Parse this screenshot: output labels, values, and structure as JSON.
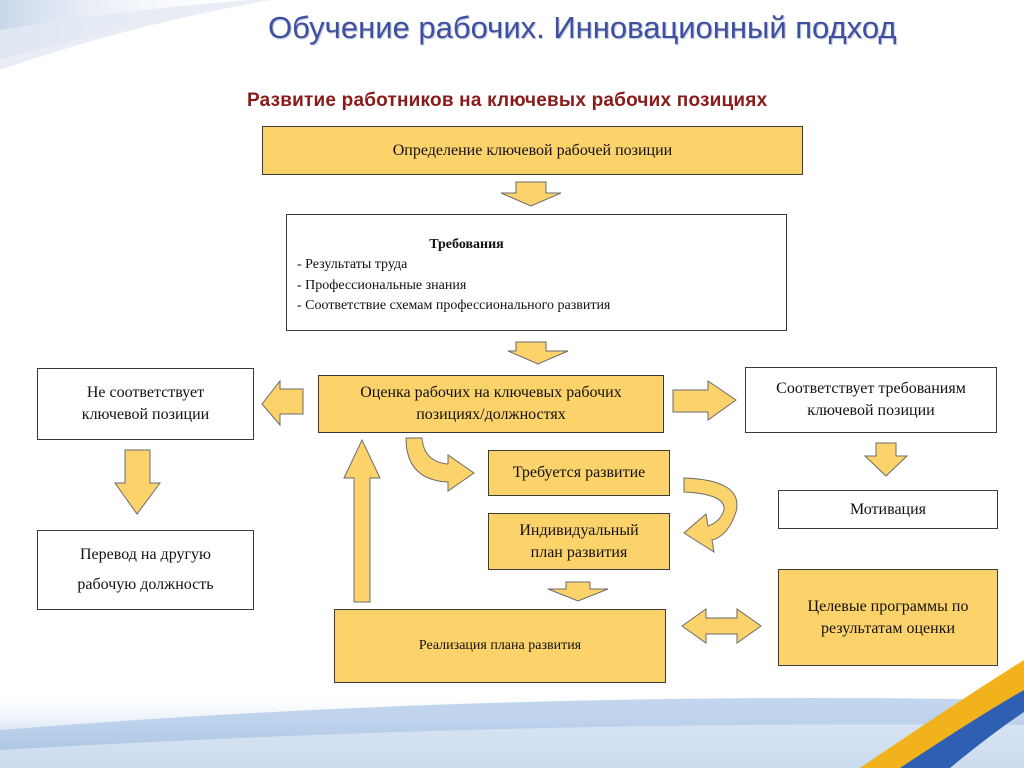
{
  "slide": {
    "title": "Обучение рабочих. Инновационный подход",
    "subtitle": "Развитие работников на ключевых рабочих позициях"
  },
  "boxes": {
    "define": "Определение ключевой рабочей позиции",
    "requirements": {
      "title": "Требования",
      "items": [
        "- Результаты труда",
        "- Профессиональные знания",
        "- Соответствие схемам профессионального развития"
      ]
    },
    "assess": "Оценка рабочих на ключевых рабочих позициях/должностях",
    "not_match": "Не соответствует ключевой позиции",
    "match": "Соответствует требованиям ключевой позиции",
    "transfer_line1": "Перевод на другую",
    "transfer_line2": "рабочую должность",
    "dev_needed": "Требуется развитие",
    "individual_plan": "Индивидуальный план развития",
    "motivation": "Мотивация",
    "realization": "Реализация плана развития",
    "target_programs": "Целевые программы по результатам оценки"
  },
  "colors": {
    "box_fill": "#fcd26b",
    "arrow_fill": "#fcd26b",
    "border": "#3a3a3a",
    "title": "#3f4fa0",
    "subtitle": "#8b1a1a"
  }
}
